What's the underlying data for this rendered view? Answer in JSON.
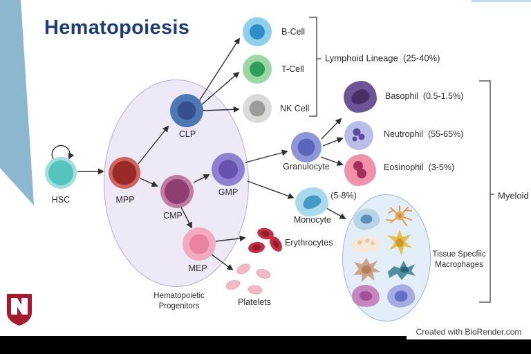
{
  "title": "Hematopoiesis",
  "attribution": "Created with BioRender.com",
  "branding": {
    "logo_name": "nebraska-medicine-n-shield",
    "logo_color": "#a6192e"
  },
  "palette": {
    "title_navy": "#1d3d73",
    "accent_stripe_blue": "#8bb8cf",
    "progenitor_ellipse_fill": "#eee9f7",
    "progenitor_ellipse_stroke": "#b7a9e0",
    "macrophage_ellipse_fill": "#e4eef8",
    "macrophage_ellipse_stroke": "#9ab8dd",
    "arrow_color": "#2e2e2e",
    "hsc": [
      "#a2dfdb",
      "#55c4be"
    ],
    "mpp": [
      "#ce6560",
      "#9a2a28"
    ],
    "clp": [
      "#4d78b4",
      "#36508f"
    ],
    "cmp": [
      "#c07ba3",
      "#8d3f6f"
    ],
    "gmp": [
      "#9080d2",
      "#6753af"
    ],
    "mep": [
      "#f2abbf",
      "#ea83a1"
    ],
    "b_cell": [
      "#8fd0ee",
      "#2f8ec5"
    ],
    "t_cell": [
      "#9dd6a7",
      "#2f9e58"
    ],
    "nk_cell": [
      "#dadad8",
      "#9c9c9a"
    ],
    "granulocyte": [
      "#8c96d8",
      "#5a64ba"
    ],
    "basophil": [
      "#6d5494",
      "#452f66"
    ],
    "neutrophil": [
      "#babde9",
      "#5b4aa0"
    ],
    "eosinophil": [
      "#f092a9",
      "#a1315a"
    ],
    "monocyte": [
      "#a9d9ec",
      "#469bc6"
    ],
    "erythrocyte": [
      "#c22f42",
      "#8f1d2c"
    ],
    "platelet": "#f3b9c7"
  },
  "cells": {
    "hsc": {
      "label": "HSC"
    },
    "mpp": {
      "label": "MPP"
    },
    "clp": {
      "label": "CLP"
    },
    "cmp": {
      "label": "CMP"
    },
    "gmp": {
      "label": "GMP"
    },
    "mep": {
      "label": "MEP"
    },
    "b_cell": {
      "label": "B-Cell"
    },
    "t_cell": {
      "label": "T-Cell"
    },
    "nk_cell": {
      "label": "NK Cell"
    },
    "granulocyte": {
      "label": "Granulocyte"
    },
    "basophil": {
      "label": "Basophil",
      "pct": "(0.5-1.5%)"
    },
    "neutrophil": {
      "label": "Neutrophil",
      "pct": "(55-65%)"
    },
    "eosinophil": {
      "label": "Eosinophil",
      "pct": "(3-5%)"
    },
    "monocyte": {
      "label": "Monocyte",
      "pct": "(5-8%)"
    },
    "erythrocytes": {
      "label": "Erythrocytes"
    },
    "platelets": {
      "label": "Platelets"
    }
  },
  "groups": {
    "progenitors": {
      "line1": "Hematopoietic",
      "line2": "Progenitors"
    },
    "lymphoid": {
      "label": "Lymphoid Lineage",
      "pct": "(25-40%)"
    },
    "myeloid": {
      "label": "Myeloid"
    },
    "macrophages": {
      "line1": "Tissue Specfiic",
      "line2": "Macrophages"
    }
  }
}
